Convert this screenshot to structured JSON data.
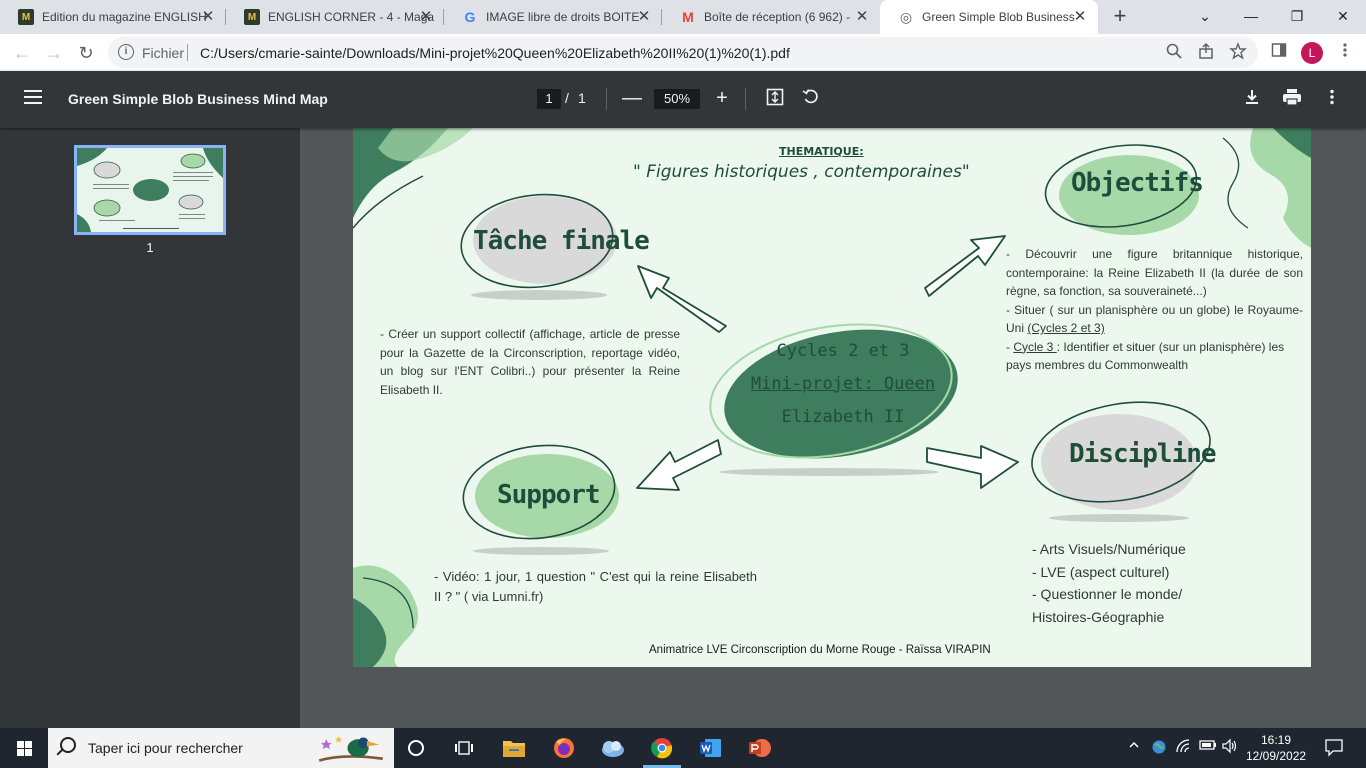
{
  "browser": {
    "tabs": [
      {
        "title": "Edition du magazine ENGLISH",
        "favicon": "magazine-favicon",
        "fav_text": "M"
      },
      {
        "title": "ENGLISH CORNER - 4 - Maga",
        "favicon": "magazine-favicon",
        "fav_text": "M"
      },
      {
        "title": "IMAGE libre de droits BOITE",
        "favicon": "google-favicon",
        "fav_text": "G"
      },
      {
        "title": "Boîte de réception (6 962) -",
        "favicon": "gmail-favicon",
        "fav_text": "M"
      },
      {
        "title": "Green Simple Blob Business",
        "favicon": "globe-favicon",
        "fav_text": "◎",
        "active": true
      }
    ],
    "close_glyph": "✕",
    "new_tab_glyph": "+",
    "window_controls": {
      "dropdown": "⌄",
      "minimize": "—",
      "restore": "❐",
      "close": "✕"
    },
    "nav": {
      "back": "←",
      "forward": "→",
      "reload": "↻"
    },
    "address": {
      "info_glyph": "i",
      "scheme": "Fichier",
      "url": "C:/Users/cmarie-sainte/Downloads/Mini-projet%20Queen%20Elizabeth%20II%20(1)%20(1).pdf"
    },
    "avatar_letter": "L",
    "colors": {
      "accent": "#c2185b",
      "tabstrip": "#dee1e6"
    }
  },
  "pdf_viewer": {
    "title": "Green Simple Blob Business Mind Map",
    "current_page": "1",
    "page_separator": "/",
    "total_pages": "1",
    "zoom": "50%",
    "zoom_out": "—",
    "zoom_in": "+",
    "thumbnail_label": "1"
  },
  "document": {
    "thematique_label": "THEMATIQUE:",
    "thematique_value": "\" Figures historiques , contemporaines\"",
    "tache_finale": {
      "title": "Tâche finale",
      "text": "- Créer un support collectif (affichage, article de presse pour la Gazette de la Circonscription, reportage vidéo, un blog sur l'ENT Colibri..) pour présenter la Reine Elisabeth II."
    },
    "objectifs": {
      "title": "Objectifs",
      "line1": "- Découvrir une figure britannique historique, contemporaine: la Reine Elizabeth II (la durée de son règne, sa fonction, sa souveraineté...)",
      "line2_a": "- Situer ( sur un planisphère ou un globe) le Royaume-Uni ",
      "line2_b": "(Cycles 2 et 3)",
      "line3_a": "- ",
      "line3_b": "Cycle 3 ",
      "line3_c": ": Identifier et situer (sur un planisphère) les pays membres du Commonwealth"
    },
    "center": {
      "line1": "Cycles 2 et 3",
      "line2": "Mini-projet: Queen",
      "line3": "Elizabeth II"
    },
    "support": {
      "title": "Support",
      "text": "- Vidéo: 1 jour, 1 question \" C'est qui la reine Elisabeth II ? \"  ( via Lumni.fr)"
    },
    "discipline": {
      "title": "Discipline",
      "items": [
        "- Arts Visuels/Numérique",
        "- LVE (aspect culturel)",
        "-  Questionner le monde/",
        "Histoires-Géographie"
      ]
    },
    "footer": "Animatrice LVE Circonscription du Morne Rouge  - Raïssa VIRAPIN",
    "colors": {
      "dark_green": "#3e7d5e",
      "light_green": "#a6d8a8",
      "grey_bubble": "#d9d9d9",
      "page_bg": "#ecf8ee"
    }
  },
  "taskbar": {
    "search_placeholder": "Taper ici pour rechercher",
    "apps": [
      "cortana-icon",
      "task-view-icon",
      "file-explorer-icon",
      "firefox-icon",
      "weather-app-icon",
      "chrome-icon",
      "word-icon",
      "powerpoint-icon"
    ],
    "time": "16:19",
    "date": "12/09/2022"
  }
}
